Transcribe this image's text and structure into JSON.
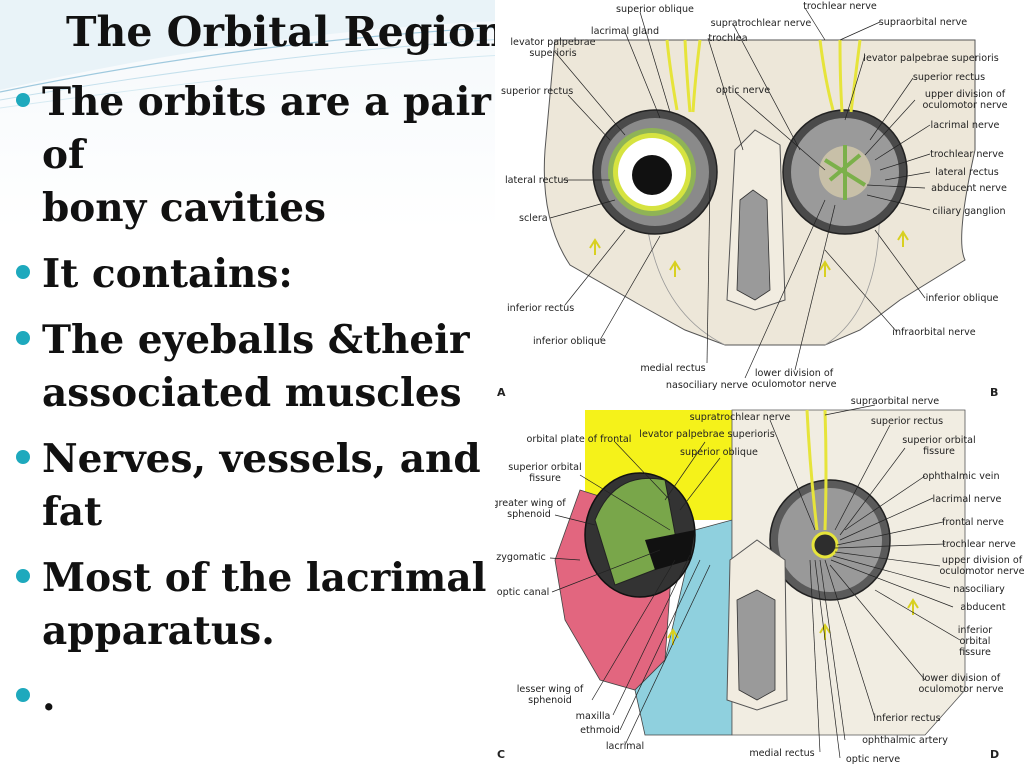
{
  "slide": {
    "title": "The Orbital Region",
    "bullets": [
      "The orbits are a pair of\nbony cavities",
      "It contains:",
      " The eyeballs &their\nassociated muscles",
      "Nerves, vessels, and\nfat",
      "Most of the lacrimal\napparatus.",
      "."
    ]
  },
  "figure": {
    "panels": [
      "A",
      "B",
      "C",
      "D"
    ],
    "labels_A": {
      "levator_palpebrae": "levator palpebrae\nsuperioris",
      "superior_oblique": "superior oblique",
      "lacrimal_gland": "lacrimal gland",
      "superior_rectus": "superior rectus",
      "lateral_rectus": "lateral rectus",
      "sclera": "sclera",
      "inferior_rectus": "inferior rectus",
      "inferior_oblique": "inferior oblique",
      "medial_rectus": "medial rectus"
    },
    "labels_AB_center": {
      "supratrochlear_nerve": "supratrochlear nerve",
      "trochlea": "trochlea",
      "optic_nerve": "optic nerve",
      "nasociliary_nerve": "nasociliary nerve",
      "lower_division": "lower division of\noculomotor nerve"
    },
    "labels_B": {
      "trochlear_nerve_top": "trochlear nerve",
      "supraorbital_nerve": "supraorbital nerve",
      "levator_palpebrae": "levator palpebrae superioris",
      "superior_rectus": "superior rectus",
      "upper_division": "upper division of\noculomotor nerve",
      "lacrimal_nerve": "lacrimal nerve",
      "trochlear_nerve": "trochlear nerve",
      "lateral_rectus": "lateral rectus",
      "abducent_nerve": "abducent nerve",
      "ciliary_ganglion": "ciliary ganglion",
      "inferior_oblique": "inferior oblique",
      "infraorbital_nerve": "infraorbital nerve"
    },
    "labels_C": {
      "orbital_plate": "orbital plate of frontal",
      "levator_palpebrae": "levator palpebrae superioris",
      "superior_oblique": "superior oblique",
      "superior_orbital_fissure": "superior orbital\nfissure",
      "greater_wing": "greater wing of\nsphenoid",
      "zygomatic": "zygomatic",
      "optic_canal": "optic canal",
      "lesser_wing": "lesser wing of\nsphenoid",
      "maxilla": "maxilla",
      "ethmoid": "ethmoid",
      "lacrimal": "lacrimal",
      "supratrochlear_nerve": "supratrochlear nerve"
    },
    "labels_D": {
      "supraorbital_nerve": "supraorbital nerve",
      "superior_rectus": "superior rectus",
      "superior_orbital_fissure": "superior orbital\nfissure",
      "ophthalmic_vein": "ophthalmic vein",
      "lacrimal_nerve": "lacrimal nerve",
      "frontal_nerve": "frontal nerve",
      "trochlear_nerve": "trochlear nerve",
      "upper_division": "upper division of\noculomotor nerve",
      "nasociliary": "nasociliary",
      "abducent": "abducent",
      "inferior_orbital_fissure": "inferior\norbital\nfissure",
      "lower_division": "lower division of\noculomotor nerve",
      "inferior_rectus": "inferior rectus",
      "ophthalmic_artery": "ophthalmic artery",
      "optic_nerve": "optic nerve",
      "medial_rectus": "medial rectus"
    },
    "colors": {
      "frontal_yellow": "#f5f21a",
      "zygomatic_pink": "#e2667f",
      "maxilla_blue": "#8fd0de",
      "sphenoid_green": "#79a64a",
      "nerve_yellow": "#e6e43a",
      "bone": "#ece6d8",
      "bullet": "#1ea9bd"
    }
  }
}
